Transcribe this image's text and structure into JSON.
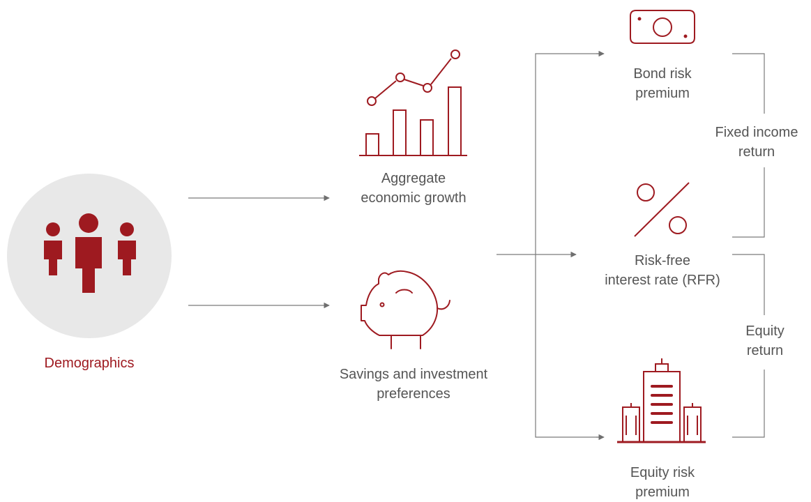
{
  "colors": {
    "accent": "#9e1a20",
    "circle_bg": "#e8e8e8",
    "line": "#7a7a7a",
    "text": "#555555"
  },
  "nodes": {
    "demographics": {
      "label": "Demographics",
      "icon": "people-icon"
    },
    "growth": {
      "line1": "Aggregate",
      "line2": "economic growth",
      "icon": "growth-chart-icon"
    },
    "savings": {
      "line1": "Savings and investment",
      "line2": "preferences",
      "icon": "piggy-bank-icon"
    },
    "bond": {
      "line1": "Bond risk",
      "line2": "premium",
      "icon": "banknote-icon"
    },
    "rfr": {
      "line1": "Risk-free",
      "line2": "interest rate (RFR)",
      "icon": "percent-icon"
    },
    "equity_premium": {
      "line1": "Equity risk",
      "line2": "premium",
      "icon": "building-icon"
    }
  },
  "brackets": {
    "fixed_income": {
      "line1": "Fixed income",
      "line2": "return"
    },
    "equity": {
      "line1": "Equity",
      "line2": "return"
    }
  }
}
